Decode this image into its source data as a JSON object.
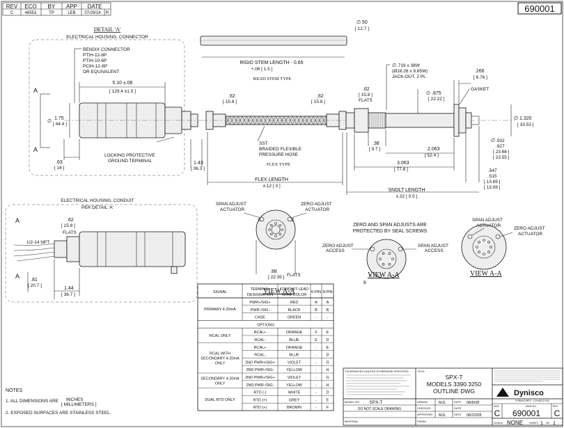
{
  "rev_block": {
    "headers": [
      "REV",
      "ECO",
      "BY",
      "APP",
      "DATE"
    ],
    "values": [
      "C",
      "46553",
      "TP",
      "LEB",
      "07/29/16"
    ],
    "extra": "R"
  },
  "drawing_number": "690001",
  "detail_a": {
    "title": "DETAIL 'A'",
    "subtitle": "ELECTRICAL HOUSING, CONNECTOR"
  },
  "bendix": [
    "BENDIX CONNECTOR",
    "PTIH-12-8P",
    "PTIH-10-6P",
    "PCIH-12-8P",
    "OR EQUIVALENT"
  ],
  "dims": {
    "d510": "5.10 ±.06",
    "d510b": "[ 129.4 ±1.5 ]",
    "d175": "1.75",
    "d175b": "[ 44.4 ]",
    "d63": ".63",
    "d63b": "[ 16 ]",
    "d143": "1.43",
    "d143b": "[ 36.3 ]",
    "d62a": ".62",
    "d62ab": "[ 15.8 ]",
    "d62b": ".62",
    "d62bb": "[ 15.8 ]",
    "d62c": ".62",
    "d62cb": "[ 15.8 ]",
    "flats": "FLATS",
    "d50": ".50",
    "d50b": "[ 12.7 ]",
    "rigid": "RIGID STEM LENGTH - 0.65",
    "rigid_b": "+.06 [ 1.5 ]",
    "rigid_type": "RIGID STEM TYPE",
    "jack1": ".719 x 38W",
    "jack2": "(Ø18.26 x 9.65W)",
    "jack3": "JACK-OUT, 2 PL",
    "d875": ".875",
    "d875b": "[ 22.22 ]",
    "d266": ".266",
    "d266b": "[ 6.76 ]",
    "gasket": "GASKET",
    "d1320": "1.320",
    "d1320b": "[ 33.53 ]",
    "d932": ".932",
    "d927": ".927",
    "d932b": "[ 23.66 ]",
    "d927b": "[ 23.55 ]",
    "d38": ".38",
    "d38b": "[ 9.7 ]",
    "d2063": "2.063",
    "d2063b": "[ 52.4 ]",
    "d3063": "3.063",
    "d3063b": "[ 77.8 ]",
    "d547": ".547",
    "d515": ".515",
    "d547b": "[ 13.89 ]",
    "d515b": "[ 13.08 ]",
    "snolt": "SNOLT LENGTH",
    "snolt_b": "±.32 [ 0.5 ]",
    "flex": "FLEX LENGTH",
    "flex_b": "±.12 [ 3 ]",
    "flex_type": "FLEX TYPE",
    "sst1": "SST",
    "sst2": "BRAIDED FLEXIBLE",
    "sst3": "PRESSURE HOSE",
    "lock1": "LOCKING PROTECTIVE",
    "lock2": "GROUND TERMINAL",
    "d88": ".88",
    "d88b": "[ 22.35 ]",
    "d81": ".81",
    "d81b": "[ 20.7 ]",
    "d144": "1.44",
    "d144b": "[ 36.7 ]",
    "npt": "1/2-14 NPT"
  },
  "conduit": {
    "title": "ELECTRICAL HOUSING, CONDUIT",
    "subtitle": "PER DETAIL 'A'"
  },
  "views": {
    "span1": "SPAN ADJUST",
    "actuator": "ACTUATOR",
    "zero1": "ZERO ADJUST",
    "access": "ACCESS",
    "seal1": "ZERO AND SPAN ADJUSTS ARE",
    "seal2": "PROTECTED BY SEAL SCREWS",
    "view_aa": "VIEW A-A"
  },
  "section_mark": "A",
  "wiring": {
    "headers": [
      "SIGNAL",
      "TERMINAL DESIGNATION",
      "CONDUIT-LEAD WIRE COLOR",
      "6-PIN",
      "8-PIN"
    ],
    "rows": [
      [
        "PRIMARY 4-20mA",
        "PWR+/SIG+",
        "RED",
        "A",
        "A"
      ],
      [
        "",
        "PWR-/SIG-",
        "BLACK",
        "B",
        "B"
      ],
      [
        "",
        "CASE",
        "GREEN",
        "-",
        "-"
      ],
      [
        "OPTIONS",
        "",
        "",
        "",
        ""
      ],
      [
        "RCAL ONLY",
        "RCAL+",
        "ORANGE",
        "F",
        "E"
      ],
      [
        "",
        "RCAL-",
        "BLUE",
        "E",
        "D"
      ],
      [
        "RCAL WITH SECONDARY 4-20mA ONLY",
        "RCAL+",
        "ORANGE",
        "-",
        "E"
      ],
      [
        "",
        "RCAL-",
        "BLUE",
        "-",
        "D"
      ],
      [
        "",
        "2ND PWR+/SIG+",
        "VIOLET",
        "-",
        "G"
      ],
      [
        "",
        "2ND PWR-/SIG-",
        "YELLOW",
        "-",
        "H"
      ],
      [
        "SECONDARY 4-20mA ONLY",
        "2ND PWR+/SIG+",
        "VIOLET",
        "-",
        "G"
      ],
      [
        "",
        "2ND PWR-/SIG-",
        "YELLOW",
        "-",
        "H"
      ],
      [
        "DUAL RTD ONLY",
        "RTD (-)",
        "WHITE",
        "-",
        "D"
      ],
      [
        "",
        "RTD (+)",
        "GREY",
        "-",
        "E"
      ],
      [
        "",
        "RTD (+)",
        "BROWN",
        "-",
        "F"
      ]
    ]
  },
  "notes": {
    "title": "NOTES",
    "n1a": "1. ALL DIMENSIONS ARE",
    "n1b": "INCHES",
    "n1c": "[ MILLIMETERS ]",
    "n2": "2. EXPOSED SURFACES ARE STAINLESS STEEL."
  },
  "title_block": {
    "tol_title": "TOLERANCES UNLESS OTHERWISE SPECIFIED",
    "title_label": "TITLE",
    "t1": "SPX-T",
    "t2": "MODELS 3390 3250",
    "t3": "OUTLINE DWG",
    "model_label": "MODEL NO",
    "model": "SPX-T",
    "no_scale": "DO NOT SCALE DRAWING",
    "material": "MATERIAL",
    "finish": "FINISH",
    "drawn": "DRAWN",
    "drawn_by": "MJL",
    "drawn_date_label": "DATE",
    "drawn_date": "08/6/08",
    "checked": "CHECKED",
    "approved": "APPROVED",
    "approved_by": "MJL",
    "approved_date": "08/22/08",
    "company": "Dynisco",
    "size_label": "SIZE",
    "size": "C",
    "dwg_label": "DWG NO",
    "dwg": "690001",
    "rev_label": "REV",
    "rev": "C",
    "scale_label": "SCALE",
    "scale": "NONE",
    "sheet_label": "SHEET",
    "sheet": "1",
    "of_label": "OF",
    "of": "1",
    "format": "FORMAT/MFG - DYNISCO INC"
  }
}
